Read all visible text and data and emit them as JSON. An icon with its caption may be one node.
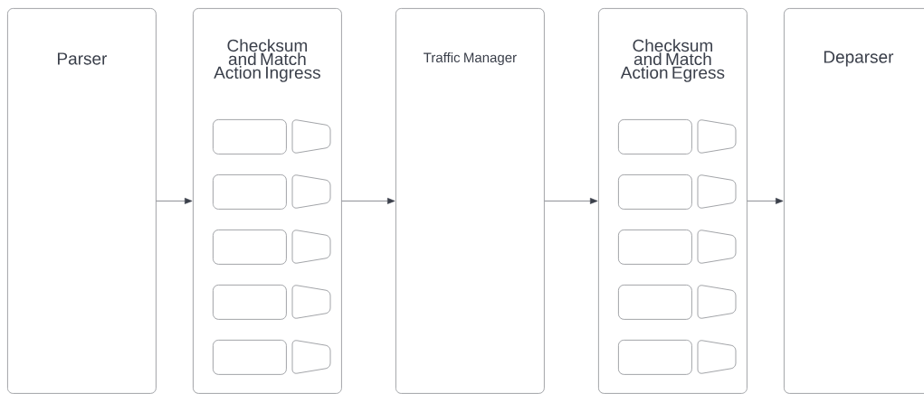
{
  "diagram": {
    "nodes": [
      {
        "text": [
          "Parser"
        ]
      },
      {
        "text": [
          "Checksum and Match Action Ingress"
        ]
      },
      {
        "text": [],
        "shape": "box",
        "in": 1
      },
      {
        "text": [],
        "shape": "trapezoid",
        "in": 1
      },
      {
        "text": [],
        "shape": "box",
        "in": 1
      },
      {
        "text": [],
        "shape": "trapezoid",
        "in": 1
      },
      {
        "text": [],
        "shape": "box",
        "in": 1
      },
      {
        "text": [],
        "shape": "trapezoid",
        "in": 1
      },
      {
        "text": [],
        "shape": "box",
        "in": 1
      },
      {
        "text": [],
        "shape": "trapezoid",
        "in": 1
      },
      {
        "text": [],
        "shape": "box",
        "in": 1
      },
      {
        "text": [],
        "shape": "trapezoid",
        "in": 1
      },
      {
        "text": [
          "Traffic Manager"
        ]
      },
      {
        "text": [
          "Checksum and Match Action Egress"
        ]
      },
      {
        "text": [],
        "shape": "box",
        "in": 13
      },
      {
        "text": [],
        "shape": "trapezoid",
        "in": 13
      },
      {
        "text": [],
        "shape": "box",
        "in": 13
      },
      {
        "text": [],
        "shape": "trapezoid",
        "in": 13
      },
      {
        "text": [],
        "shape": "box",
        "in": 13
      },
      {
        "text": [],
        "shape": "trapezoid",
        "in": 13
      },
      {
        "text": [],
        "shape": "box",
        "in": 13
      },
      {
        "text": [],
        "shape": "trapezoid",
        "in": 13
      },
      {
        "text": [],
        "shape": "box",
        "in": 13
      },
      {
        "text": [],
        "shape": "trapezoid",
        "in": 13
      },
      {
        "text": [
          "Deparser"
        ]
      }
    ],
    "edges": [
      {
        "from": 0,
        "to": 1,
        "arrow": "to"
      },
      {
        "from": 1,
        "to": 12,
        "arrow": "to"
      },
      {
        "from": 12,
        "to": 13,
        "arrow": "to"
      },
      {
        "from": 13,
        "to": 24,
        "arrow": "to"
      }
    ]
  }
}
